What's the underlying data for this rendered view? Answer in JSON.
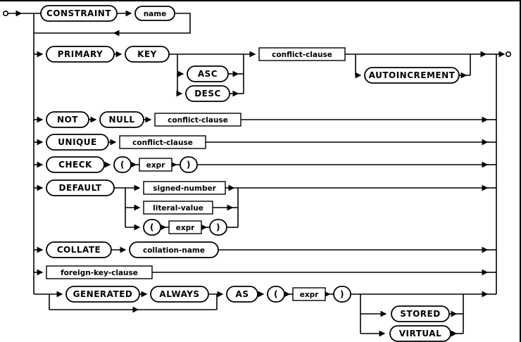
{
  "diagram": {
    "keywords": {
      "constraint": "CONSTRAINT",
      "primary": "PRIMARY",
      "key": "KEY",
      "asc": "ASC",
      "desc": "DESC",
      "autoincrement": "AUTOINCREMENT",
      "not": "NOT",
      "null": "NULL",
      "unique": "UNIQUE",
      "check": "CHECK",
      "default": "DEFAULT",
      "collate": "COLLATE",
      "generated": "GENERATED",
      "always": "ALWAYS",
      "as": "AS",
      "stored": "STORED",
      "virtual": "VIRTUAL"
    },
    "nonterminals": {
      "name": "name",
      "conflict_clause": "conflict-clause",
      "expr": "expr",
      "signed_number": "signed-number",
      "literal_value": "literal-value",
      "collation_name": "collation-name",
      "foreign_key_clause": "foreign-key-clause"
    },
    "punctuation": {
      "lparen": "(",
      "rparen": ")"
    },
    "colors": {
      "stroke": "#000000",
      "background": "#ffffff"
    },
    "structure": {
      "optional_prefix": "CONSTRAINT name",
      "alternatives": [
        "PRIMARY KEY [ASC | DESC] conflict-clause [AUTOINCREMENT]",
        "NOT NULL conflict-clause",
        "UNIQUE conflict-clause",
        "CHECK ( expr )",
        "DEFAULT ( signed-number | literal-value | ( expr ) )",
        "COLLATE collation-name",
        "foreign-key-clause",
        "[GENERATED ALWAYS] AS ( expr ) [STORED | VIRTUAL]"
      ]
    }
  }
}
